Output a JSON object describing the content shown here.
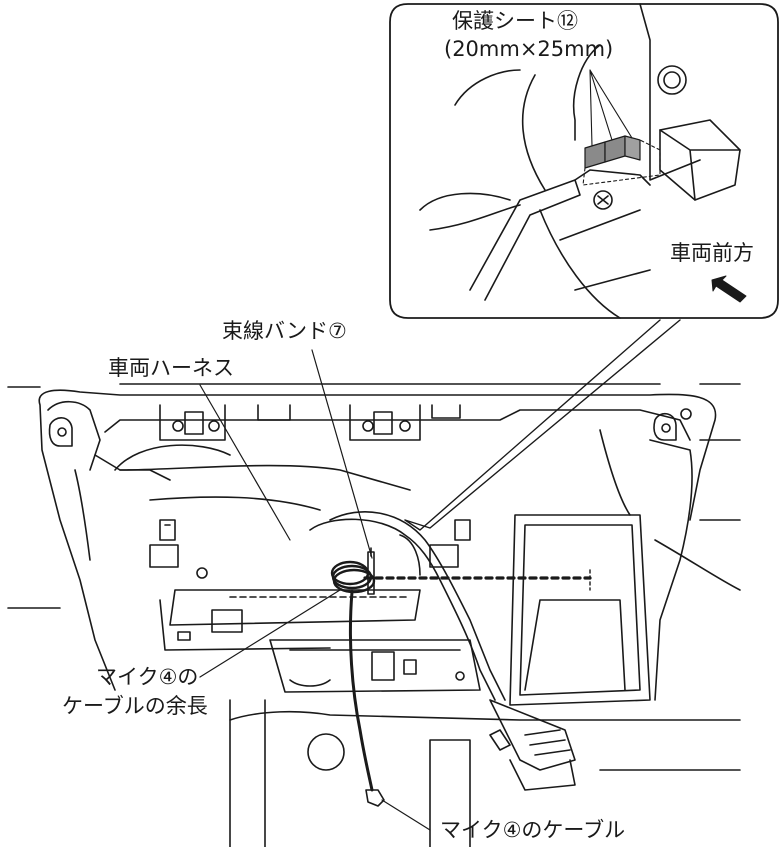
{
  "labels": {
    "protective_sheet": "保護シート⑫",
    "protective_sheet_size": "(20mm×25mm)",
    "vehicle_front": "車両前方",
    "cable_tie": "束線バンド⑦",
    "vehicle_harness": "車両ハーネス",
    "mic_excess_line1": "マイク④の",
    "mic_excess_line2": "ケーブルの余長",
    "mic_cable": "マイク④のケーブル"
  },
  "colors": {
    "line": "#1a1a1a",
    "sheet_fill": "#8a8a8a",
    "background": "#ffffff"
  },
  "icons": {
    "front_arrow": "arrow-up-left-icon"
  }
}
